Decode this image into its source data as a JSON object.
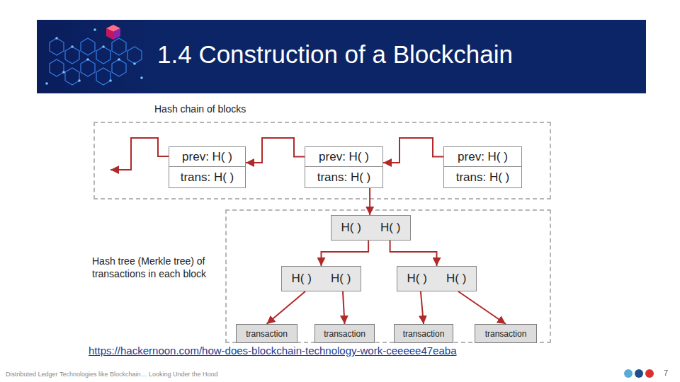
{
  "diagram": {
    "title": "1.4 Construction of a Blockchain",
    "nodes": [
      {
        "text": [
          "Hash chain of blocks"
        ]
      },
      {
        "text": [
          "prev: H( )"
        ],
        "in": 0
      },
      {
        "text": [
          "trans: H( )"
        ],
        "in": 0
      },
      {
        "text": [
          "prev: H( )"
        ],
        "in": 0
      },
      {
        "text": [
          "trans: H( )"
        ],
        "in": 0
      },
      {
        "text": [
          "prev: H( )"
        ],
        "in": 0
      },
      {
        "text": [
          "trans: H( )"
        ],
        "in": 0
      },
      {
        "text": [
          "Hash tree (Merkle tree) of transactions in each block"
        ]
      },
      {
        "text": [
          "H( )",
          "H( )"
        ],
        "in": 7
      },
      {
        "text": [
          "H( )",
          "H( )"
        ],
        "in": 7
      },
      {
        "text": [
          "H( )",
          "H( )"
        ],
        "in": 7
      },
      {
        "text": [
          "transaction"
        ],
        "in": 7
      },
      {
        "text": [
          "transaction"
        ],
        "in": 7
      },
      {
        "text": [
          "transaction"
        ],
        "in": 7
      },
      {
        "text": [
          "transaction"
        ],
        "in": 7
      }
    ],
    "edges": [
      {
        "from": 3,
        "to": 1,
        "arrow": "to"
      },
      {
        "from": 5,
        "to": 3,
        "arrow": "to"
      },
      {
        "from": 4,
        "to": 8,
        "arrow": "to"
      },
      {
        "from": 8,
        "to": 9,
        "arrow": "to"
      },
      {
        "from": 8,
        "to": 10,
        "arrow": "to"
      },
      {
        "from": 9,
        "to": 11,
        "arrow": "to"
      },
      {
        "from": 9,
        "to": 12,
        "arrow": "to"
      },
      {
        "from": 10,
        "to": 13,
        "arrow": "to"
      },
      {
        "from": 10,
        "to": 14,
        "arrow": "to"
      }
    ],
    "labels": [
      "https://hackernoon.com/how-does-blockchain-technology-work-ceeeee47eaba",
      "Distributed Ledger Technologies like Blockchain… Looking Under the Hood",
      "7"
    ]
  }
}
